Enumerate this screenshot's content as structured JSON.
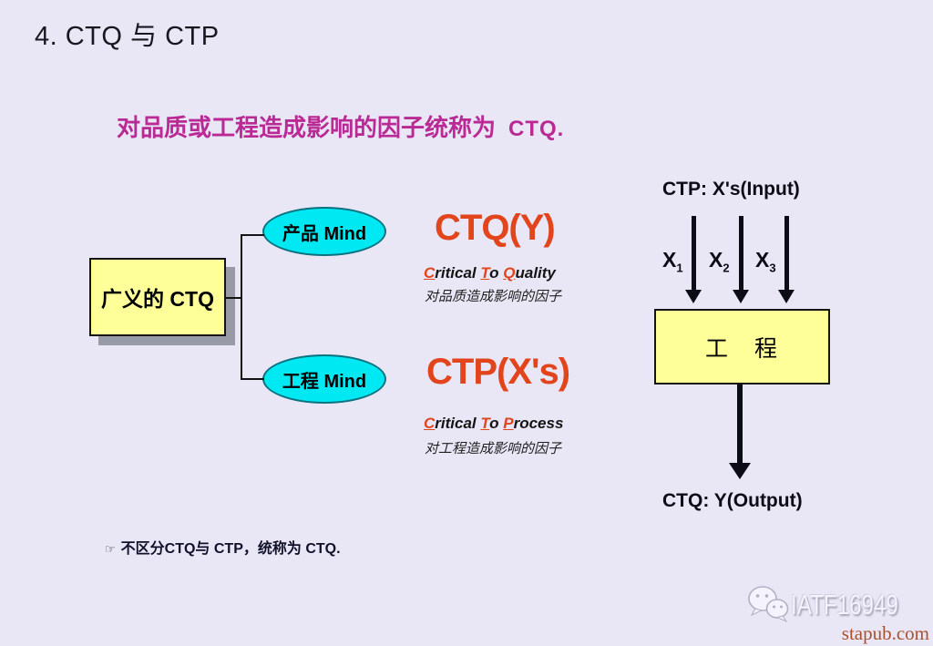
{
  "page": {
    "title": "4. CTQ 与 CTP"
  },
  "heading": {
    "text": "对品质或工程造成影响的因子统称为",
    "highlight": "CTQ."
  },
  "tree": {
    "root": "广义的 CTQ",
    "branch_top": "产品 Mind",
    "branch_bottom": "工程 Mind"
  },
  "ctq": {
    "title": "CTQ(Y)",
    "acronym": {
      "c1": "C",
      "r1": "ritical ",
      "c2": "T",
      "r2": "o ",
      "c3": "Q",
      "r3": "uality"
    },
    "desc": "对品质造成影响的因子"
  },
  "ctp": {
    "title": "CTP(X's)",
    "acronym": {
      "c1": "C",
      "r1": "ritical ",
      "c2": "T",
      "r2": "o ",
      "c3": "P",
      "r3": "rocess"
    },
    "desc": "对工程造成影响的因子"
  },
  "flow": {
    "input_label": "CTP: X's(Input)",
    "inputs": [
      {
        "base": "X",
        "sub": "1"
      },
      {
        "base": "X",
        "sub": "2"
      },
      {
        "base": "X",
        "sub": "3"
      }
    ],
    "process_box": "工　程",
    "output_label": "CTQ: Y(Output)"
  },
  "note": {
    "icon": "☞",
    "text": "不区分CTQ与 CTP，统称为 CTQ."
  },
  "watermark": {
    "name": "IATF16949",
    "site": "stapub.com"
  },
  "colors": {
    "background": "#e9e7f6",
    "accent_red": "#e2441c",
    "magenta": "#b92a94",
    "box_yellow": "#ffff99",
    "ellipse_cyan": "#00e9f2",
    "line_black": "#0c0c16"
  }
}
